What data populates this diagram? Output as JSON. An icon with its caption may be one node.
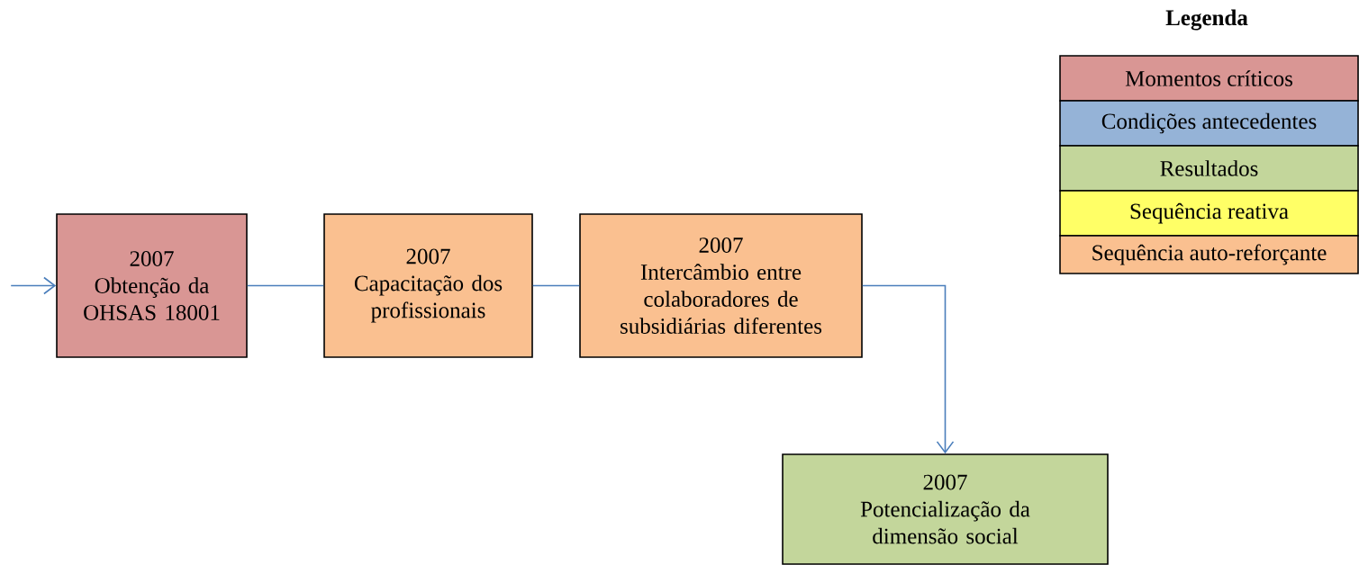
{
  "diagram": {
    "nodes": [
      {
        "text": [
          "2007",
          "Obtenção da OHSAS 18001"
        ]
      },
      {
        "text": [
          "2007",
          "Capacitação dos profissionais"
        ]
      },
      {
        "text": [
          "2007",
          "Intercâmbio entre colaboradores de subsidiárias diferentes"
        ]
      },
      {
        "text": [
          "2007",
          "Potencialização da dimensão social"
        ]
      }
    ],
    "edges": [
      {
        "from": null,
        "to": 0,
        "arrow": "to"
      },
      {
        "from": 0,
        "to": 1,
        "arrow": "none"
      },
      {
        "from": 1,
        "to": 2,
        "arrow": "none"
      },
      {
        "from": 2,
        "to": 3,
        "arrow": "to"
      }
    ],
    "labels": [
      "Legenda"
    ],
    "legend": [
      {
        "text": "Momentos críticos",
        "color": "#d99694"
      },
      {
        "text": "Condições antecedentes",
        "color": "#95b3d7"
      },
      {
        "text": "Resultados",
        "color": "#c3d69b"
      },
      {
        "text": "Sequência reativa",
        "color": "#ffff66"
      },
      {
        "text": "Sequência auto-reforçante",
        "color": "#fac090"
      }
    ]
  }
}
